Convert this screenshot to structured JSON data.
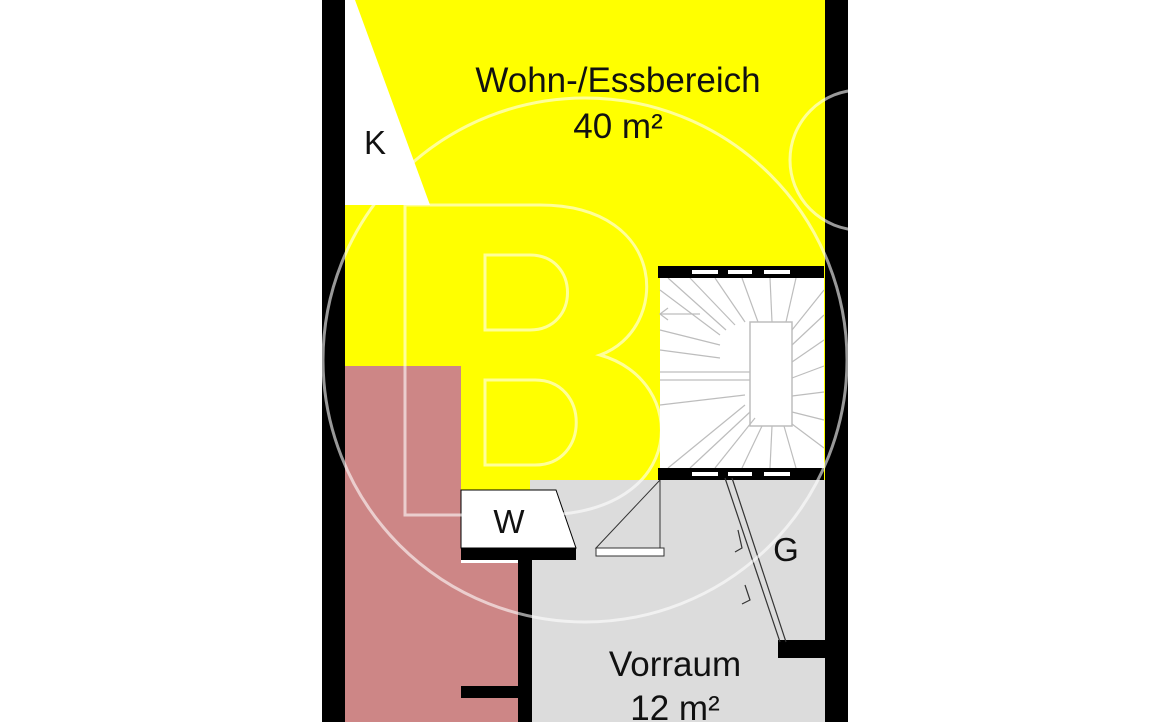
{
  "rooms": {
    "wohn_ess": {
      "name": "Wohn-/Essbereich",
      "area": "40 m²"
    },
    "vorraum": {
      "name": "Vorraum",
      "area": "12 m²"
    }
  },
  "fixtures": {
    "kitchen": "K",
    "wardrobe": "W",
    "garderobe": "G"
  },
  "colors": {
    "living": "#ffff00",
    "hall": "#dcdcdc",
    "side_room": "#cd8686",
    "wall": "#000000",
    "watermark": "#ffffff"
  }
}
